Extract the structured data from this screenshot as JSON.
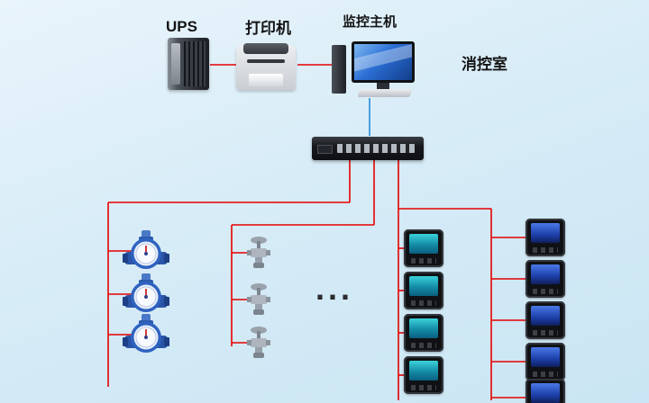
{
  "labels": {
    "ups": "UPS",
    "printer": "打印机",
    "monitor_host": "监控主机",
    "control_room": "消控室",
    "ellipsis": "..."
  },
  "colors": {
    "line_red": "#e60000",
    "line_blue": "#4d9fdc"
  },
  "icons": {
    "ups-tower-icon": "css-shape",
    "printer-icon": "css-shape",
    "monitor-host-icon": "css-shape",
    "network-switch-icon": "css-shape",
    "water-meter-icon": "svg-shape",
    "valve-icon": "svg-shape",
    "power-meter-icon": "css-shape"
  }
}
